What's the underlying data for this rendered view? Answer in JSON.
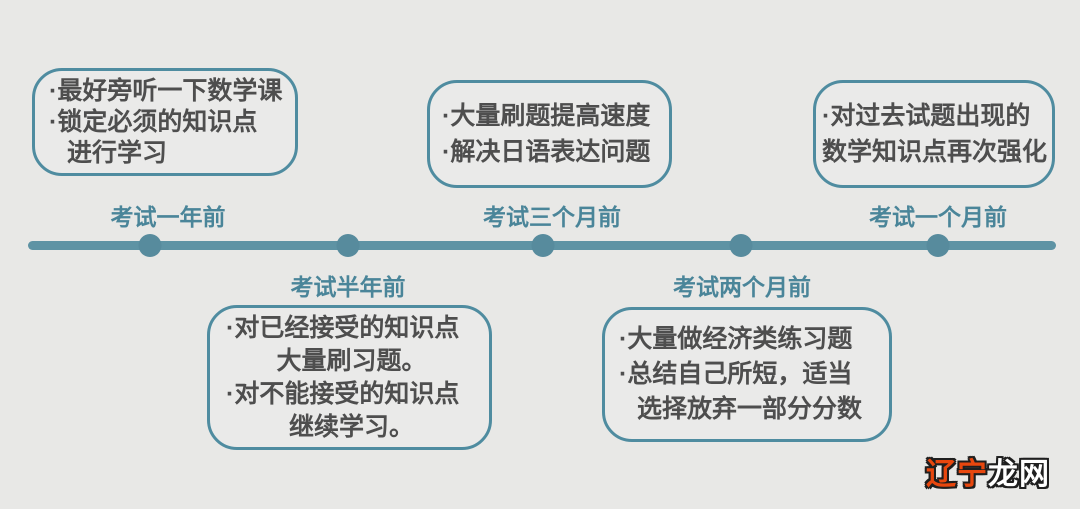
{
  "colors": {
    "background": "#e8e8e6",
    "timeline_line": "#5e93a4",
    "timeline_dot": "#578b9d",
    "bubble_border": "#4f8ca0",
    "bubble_text": "#4e4e4e",
    "label_teal": "#4a8599",
    "watermark_red": "#e8470e",
    "watermark_white": "#ffffff",
    "watermark_outline": "#1f1f1f"
  },
  "timeline": {
    "milestones": [
      {
        "label": "考试一年前",
        "side": "above",
        "lines": [
          "·最好旁听一下数学课",
          "·锁定必须的知识点",
          "进行学习"
        ]
      },
      {
        "label": "考试半年前",
        "side": "below",
        "lines": [
          "·对已经接受的知识点",
          "大量刷习题。",
          "·对不能接受的知识点",
          "继续学习。"
        ]
      },
      {
        "label": "考试三个月前",
        "side": "above",
        "lines": [
          "·大量刷题提高速度",
          "·解决日语表达问题"
        ]
      },
      {
        "label": "考试两个月前",
        "side": "below",
        "lines": [
          "·大量做经济类练习题",
          "·总结自己所短，适当",
          "选择放弃一部分分数"
        ]
      },
      {
        "label": "考试一个月前",
        "side": "above",
        "lines": [
          "·对过去试题出现的",
          "数学知识点再次强化"
        ]
      }
    ]
  },
  "watermark": {
    "red_text": "辽宁",
    "white_text": "龙网"
  }
}
